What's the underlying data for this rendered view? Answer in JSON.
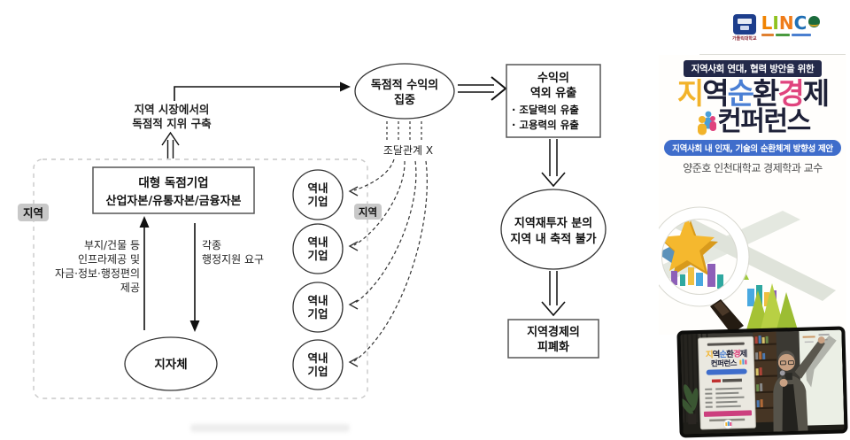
{
  "diagram": {
    "region_badge_left": "지역",
    "region_badge_right": "지역",
    "market_position_lines": [
      "지역 시장에서의",
      "독점적 지위 구축"
    ],
    "monopoly_box_lines": [
      "대형 독점기업",
      "산업자본/유통자본/금융자본"
    ],
    "infra_label_lines": [
      "부지/건물 등",
      "인프라제공 및",
      "자금·정보·행정편의",
      "제공"
    ],
    "admin_label_lines": [
      "각종",
      "행정지원 요구"
    ],
    "municipality": "지자체",
    "local_firm_lines": [
      "역내",
      "기업"
    ],
    "procurement_label": "조달관계 X",
    "profit_ellipse_lines": [
      "독점적 수익의",
      "집중"
    ],
    "outflow_box_title_lines": [
      "수익의",
      "역외 유출"
    ],
    "outflow_box_bullets": [
      "· 조달력의 유출",
      "· 고용력의 유출"
    ],
    "reinvest_ellipse_lines": [
      "지역재투자 분의",
      "지역 내 축적 불가"
    ],
    "decline_box_lines": [
      "지역경제의",
      "피폐화"
    ]
  },
  "logo": {
    "university_name": "가톨릭대학교",
    "linc_letters": [
      {
        "ch": "L",
        "color": "#f08300"
      },
      {
        "ch": "I",
        "color": "#8fc31f"
      },
      {
        "ch": "N",
        "color": "#ef7c1a"
      },
      {
        "ch": "C",
        "color": "#1f6fb5"
      }
    ],
    "globe_icon": "globe",
    "sub_bar_colors": [
      "#e08030",
      "#4a9a40",
      "#4a7fd0"
    ]
  },
  "poster": {
    "top_banner": "지역사회 연대, 협력 방안을 위한",
    "title_chars": [
      {
        "ch": "지",
        "color": "#f2b32a"
      },
      {
        "ch": "역",
        "color": "#1e2138"
      },
      {
        "ch": "순",
        "color": "#4a7fd4"
      },
      {
        "ch": "환",
        "color": "#1e2138"
      },
      {
        "ch": "경",
        "color": "#e0447e"
      },
      {
        "ch": "제",
        "color": "#1e2138"
      }
    ],
    "conference_word": "컨퍼런스",
    "conference_word_color": "#1e2138",
    "blue_banner": "지역사회 내 인재, 기술의 순환체계 방향성 제안",
    "speaker": "양준호 인천대학교 경제학과 교수",
    "people_icon_colors": {
      "yellow": "#f2b32a",
      "blue": "#4a9fd8",
      "pink": "#e0447e"
    },
    "colors": {
      "banner_navy": "#232949",
      "banner_blue": "#3f6dcb",
      "star_yellow": "#f5b82e",
      "mountain_green": "#a5c235"
    }
  },
  "photo": {
    "banner_conference_word": "컨퍼런스",
    "scene": "presenter speaking with microphone beside conference standee banner, bookshelf and projection screen"
  }
}
